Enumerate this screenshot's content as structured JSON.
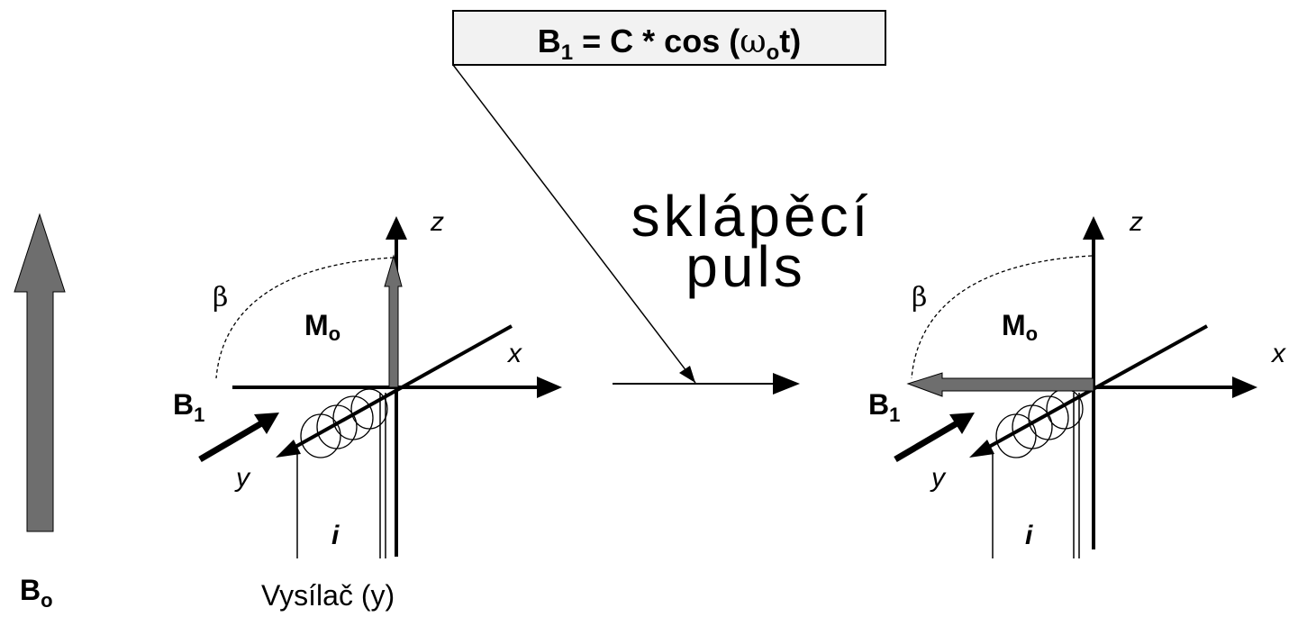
{
  "formula": {
    "b": "B",
    "b_sub": "1",
    "mid": " = C * cos (",
    "omega": "ω",
    "omega_sub": "o",
    "tail": "t)"
  },
  "center_label": {
    "line1": "sklápěcí",
    "line2": "puls"
  },
  "bo_label": {
    "main": "B",
    "sub": "o"
  },
  "transmitter_label": "Vysílač (y)",
  "left_diagram": {
    "axis_z": "z",
    "axis_x": "x",
    "axis_y": "y",
    "beta": "β",
    "m_main": "M",
    "m_sub": "o",
    "b1_main": "B",
    "b1_sub": "1",
    "current": "i"
  },
  "right_diagram": {
    "axis_z": "z",
    "axis_x": "x",
    "axis_y": "y",
    "beta": "β",
    "m_main": "M",
    "m_sub": "o",
    "b1_main": "B",
    "b1_sub": "1",
    "current": "i"
  },
  "colors": {
    "vector_fill": "#6e6e6e",
    "line": "#000000",
    "formula_box_fill": "#f2f2f2"
  }
}
